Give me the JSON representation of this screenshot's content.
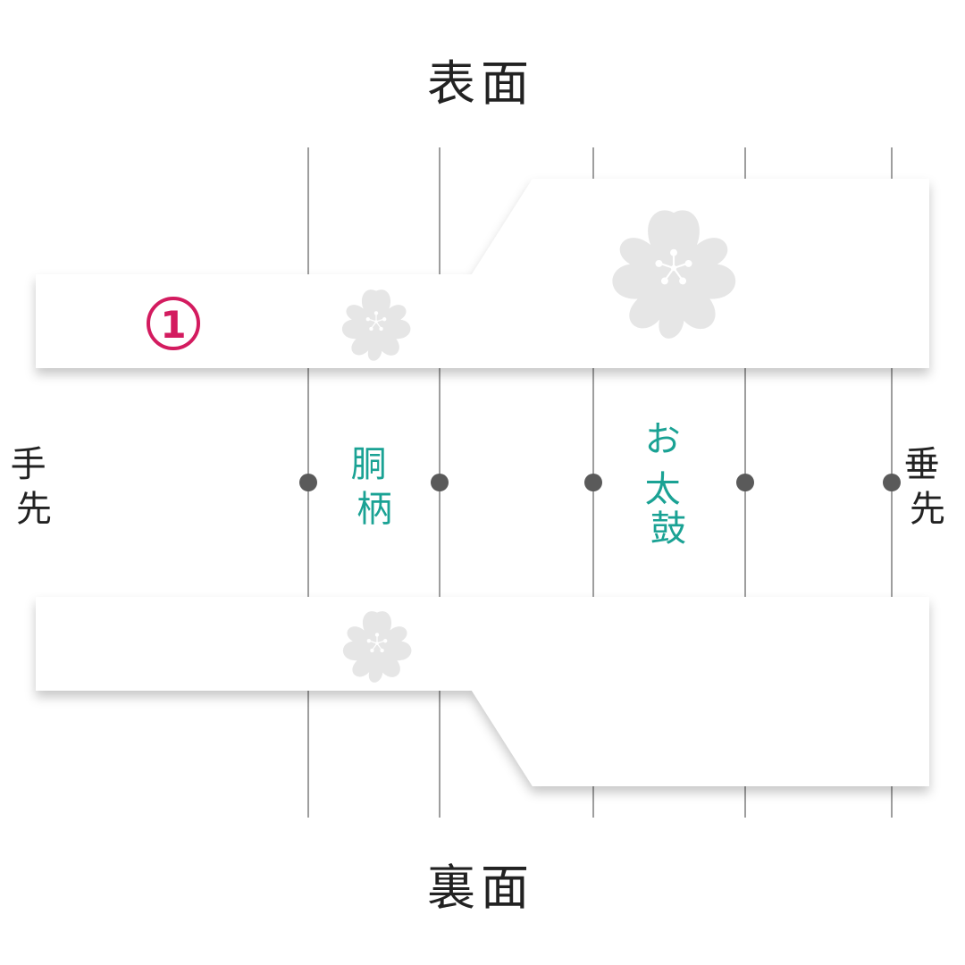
{
  "labels": {
    "front": "表面",
    "back": "裏面",
    "left_end": [
      "手",
      "先"
    ],
    "right_end": [
      "垂",
      "先"
    ],
    "waist_pattern": [
      "胴",
      "柄"
    ],
    "otaiko": [
      "お",
      "太",
      "鼓"
    ],
    "marker": "1"
  },
  "colors": {
    "teal": "#1aa294",
    "magenta": "#d31b5f",
    "line": "#6a6a6a",
    "dot": "#5a5a5a",
    "flower": "#e6e6e6",
    "text": "#222222"
  },
  "icons": {
    "motif": "sakura-flower-icon",
    "marker": "circled-number-icon"
  }
}
